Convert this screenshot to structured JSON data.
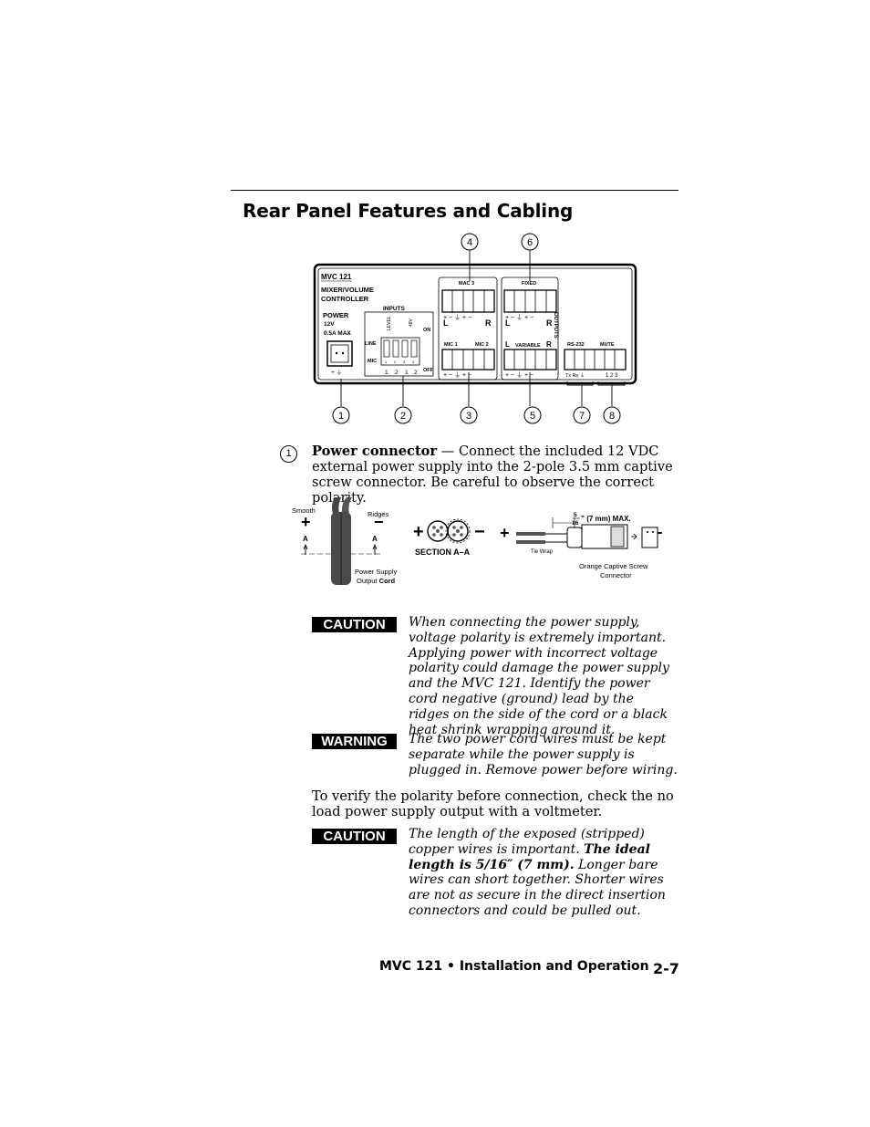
{
  "heading": "Rear Panel Features and Cabling",
  "panel": {
    "model": "MVC 121",
    "subtitle_line1": "MIXER/VOLUME",
    "subtitle_line2": "CONTROLLER",
    "power_label": "POWER",
    "power_spec_line1": "12V",
    "power_spec_line2": "0.5A MAX",
    "power_polarity": "+  ⏚",
    "inputs_label": "INPUTS",
    "level_label": "LEVEL",
    "phantom_label": "48V",
    "on_label": "ON",
    "off_label": "OFF",
    "line_label": "LINE",
    "mic_label": "MIC",
    "dip_numbers": [
      "1",
      "2",
      "3",
      "4"
    ],
    "input_group_numbers": [
      "1",
      "2",
      "1",
      "2"
    ],
    "mic3_label": "MAC 3",
    "mic1_label": "MIC 1",
    "mic2_label": "MIC 2",
    "fixed_label": "FIXED",
    "variable_label": "VARIABLE",
    "outputs_label": "OUTPUTS",
    "l_label": "L",
    "r_label": "R",
    "pin_signs_5": "+ − ⏚ + −",
    "rs232_label": "RS-232",
    "mute_label": "MUTE",
    "rs232_pins": "Tx  Rx  ⏚",
    "mute_pins": "1  2  3",
    "callouts": [
      "1",
      "2",
      "3",
      "4",
      "5",
      "6",
      "7",
      "8"
    ]
  },
  "item1": {
    "number": "1",
    "label": "Power connector",
    "text": " —  Connect the included 12 VDC external power supply into the 2-pole 3.5 mm captive screw connector. Be careful to observe the correct polarity."
  },
  "cable": {
    "smooth": "Smooth",
    "ridges": "Ridges",
    "plus": "+",
    "minus": "−",
    "a_label": "A",
    "ps_line1": "Power Supply",
    "ps_line2_a": "Output ",
    "ps_line2_b": "Cord",
    "section": "SECTION  A–A",
    "tie_wrap": "Tie Wrap",
    "frac_num": "5",
    "frac_den": "16",
    "max_len": "” (7 mm) MAX.",
    "connector_line1": "Orange Captive Screw",
    "connector_line2": "Connector"
  },
  "caution1": {
    "badge": "CAUTION",
    "text": "When connecting the power supply, voltage polarity is extremely important. Applying power with incorrect voltage polarity could damage the power supply and the MVC 121.  Identify the power cord negative (ground) lead by the ridges on the side of the cord or a black heat shrink wrapping around it."
  },
  "warning": {
    "badge": "WARNING",
    "text": "The two power cord wires must be kept separate while the power supply is plugged in.  Remove power before wiring."
  },
  "verify_text": "To verify the polarity before connection, check the no load power supply output with a voltmeter.",
  "caution2": {
    "badge": "CAUTION",
    "text_a": "The length of the exposed (stripped) copper wires is important.  ",
    "text_bold": "The ideal length is 5/16″ (7 mm).",
    "text_b": "  Longer bare wires can short together.  Shorter wires are not as secure in the direct insertion connectors and could be pulled out."
  },
  "footer": {
    "text": "MVC 121 • Installation and Operation",
    "page": "2-7"
  }
}
